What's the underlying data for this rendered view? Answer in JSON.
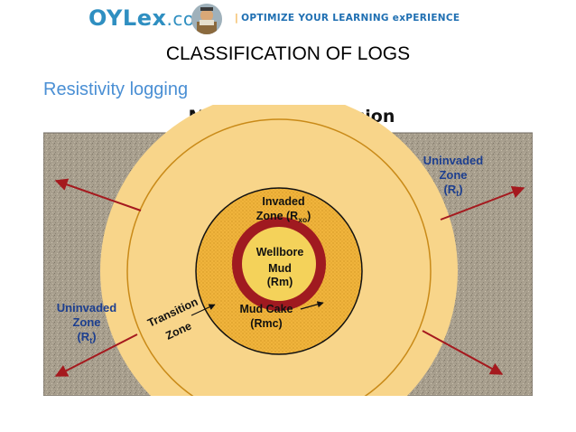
{
  "header": {
    "logo_main": "OYLex",
    "logo_suffix": ".co",
    "tagline": "OPTIMIZE YOUR LEARNING exPERIENCE"
  },
  "slide": {
    "title": "CLASSIFICATION OF LOGS",
    "subtitle": "Resistivity logging"
  },
  "diagram": {
    "title": "Mud Filtrate Invasion",
    "labels": {
      "uninvaded_tr_1": "Uninvaded",
      "uninvaded_tr_2": "Zone",
      "uninvaded_tr_3": "(R",
      "uninvaded_tr_sub": "t",
      "uninvaded_tr_4": ")",
      "uninvaded_bl_1": "Uninvaded",
      "uninvaded_bl_2": "Zone",
      "uninvaded_bl_3": "(R",
      "uninvaded_bl_sub": "t",
      "uninvaded_bl_4": ")",
      "invaded_1": "Invaded",
      "invaded_2": "Zone (R",
      "invaded_sub": "xo",
      "invaded_3": ")",
      "wellbore": "Wellbore",
      "mud": "Mud",
      "mud_r": "(Rm)",
      "mudcake_1": "Mud Cake",
      "mudcake_2": "(Rmc)",
      "transition_1": "Transition",
      "transition_2": "Zone"
    },
    "colors": {
      "formation": "#a89f8e",
      "transition_zone": "#f8d58a",
      "invaded_zone": "#f0b43c",
      "mud_cake": "#a01a20",
      "wellbore": "#f4d25a",
      "arrows": "#a5191e",
      "uninvaded_text": "#1d3f8f"
    }
  }
}
